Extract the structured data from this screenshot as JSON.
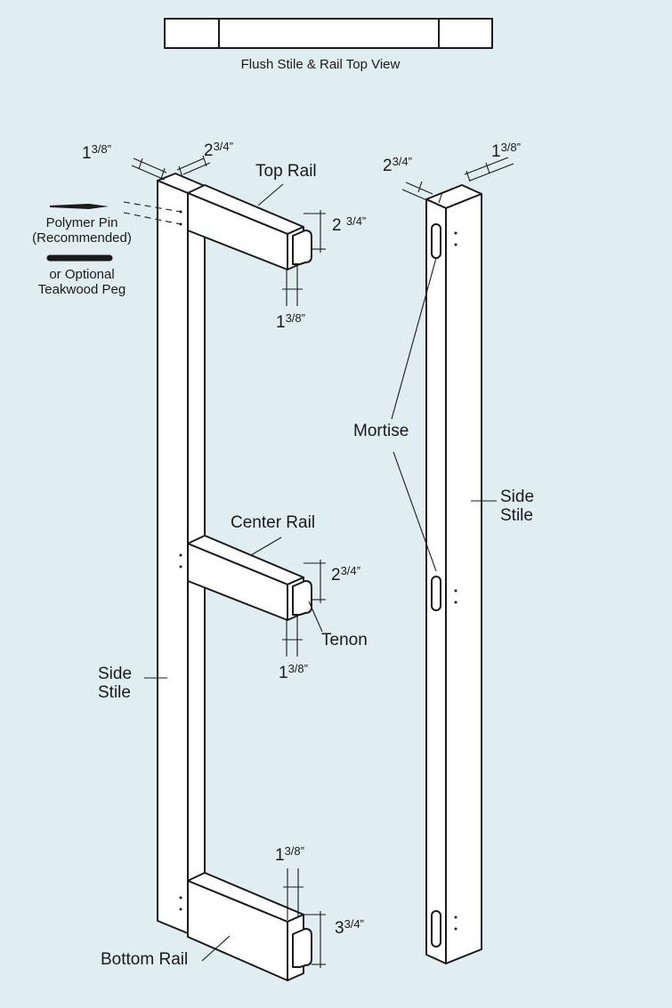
{
  "top_view": {
    "caption": "Flush Stile & Rail Top View"
  },
  "legend": {
    "pin_line1": "Polymer Pin",
    "pin_line2": "(Recommended)",
    "peg_line1": "or Optional",
    "peg_line2": "Teakwood Peg"
  },
  "labels": {
    "top_rail": "Top Rail",
    "center_rail": "Center Rail",
    "bottom_rail": "Bottom Rail",
    "tenon": "Tenon",
    "mortise": "Mortise",
    "side_stile_left_l1": "Side",
    "side_stile_left_l2": "Stile",
    "side_stile_right_l1": "Side",
    "side_stile_right_l2": "Stile"
  },
  "dims": {
    "top_left_depth": {
      "whole": "1",
      "frac": "3/8”"
    },
    "top_left_width": {
      "whole": "2",
      "frac": "3/4”"
    },
    "top_rail_height": {
      "whole": "2 ",
      "frac": "3/4”"
    },
    "top_rail_tenon": {
      "whole": "1",
      "frac": "3/8”"
    },
    "center_rail_height": {
      "whole": "2",
      "frac": "3/4”"
    },
    "center_rail_tenon": {
      "whole": "1",
      "frac": "3/8”"
    },
    "bottom_rail_tenon": {
      "whole": "1",
      "frac": "3/8”"
    },
    "bottom_rail_height": {
      "whole": "3",
      "frac": "3/4”"
    },
    "right_stile_width": {
      "whole": "2",
      "frac": "3/4”"
    },
    "right_stile_depth": {
      "whole": "1",
      "frac": "3/8”"
    }
  }
}
